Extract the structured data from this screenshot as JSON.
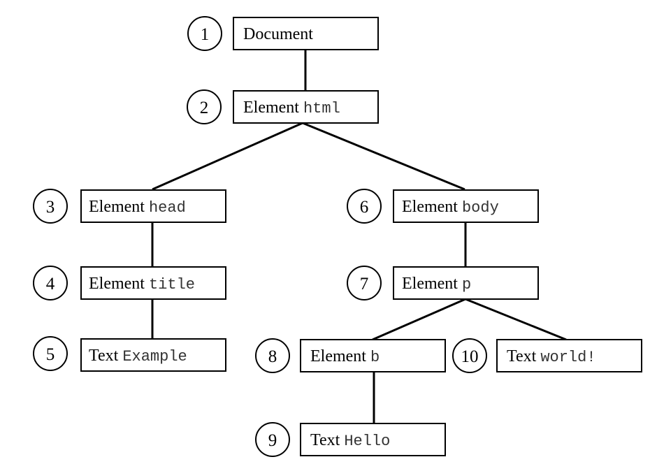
{
  "nodes": [
    {
      "number": "1",
      "kind": "Document",
      "name": ""
    },
    {
      "number": "2",
      "kind": "Element",
      "name": "html"
    },
    {
      "number": "3",
      "kind": "Element",
      "name": "head"
    },
    {
      "number": "4",
      "kind": "Element",
      "name": "title"
    },
    {
      "number": "5",
      "kind": "Text",
      "name": "Example"
    },
    {
      "number": "6",
      "kind": "Element",
      "name": "body"
    },
    {
      "number": "7",
      "kind": "Element",
      "name": "p"
    },
    {
      "number": "8",
      "kind": "Element",
      "name": "b"
    },
    {
      "number": "9",
      "kind": "Text",
      "name": "Hello"
    },
    {
      "number": "10",
      "kind": "Text",
      "name": "world!"
    }
  ]
}
